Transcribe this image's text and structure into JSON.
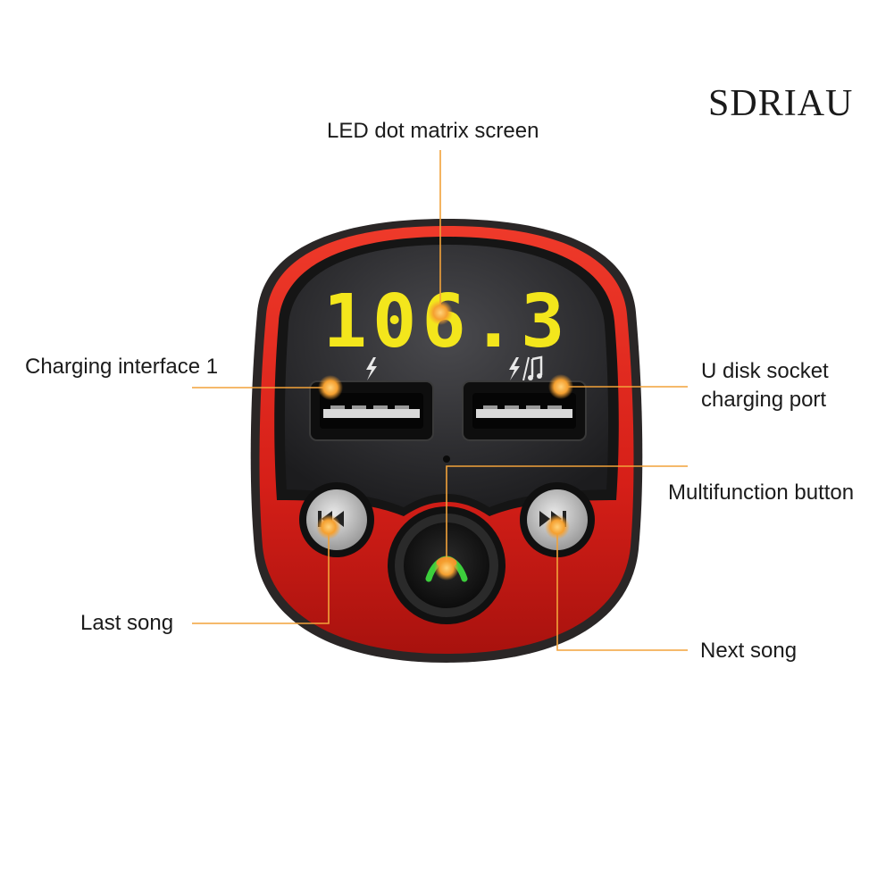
{
  "brand": "SDRIAU",
  "display": {
    "frequency": "106.3"
  },
  "labels": {
    "led_screen": "LED dot matrix screen",
    "charging_interface": "Charging interface 1",
    "u_disk_line1": "U disk socket",
    "u_disk_line2": "charging port",
    "multifunction": "Multifunction button",
    "last_song": "Last song",
    "next_song": "Next song"
  },
  "colors": {
    "body_red": "#d8221c",
    "bezel_black": "#1d1d1d",
    "screen_dark": "#2a2a2c",
    "digit_yellow": "#f3e61c",
    "callout_orange": "#f2a23a",
    "knob_green": "#3ccf3c",
    "knob_orange": "#f08a2a"
  },
  "icons": {
    "left_port_marker": "lightning-icon",
    "right_port_marker": "lightning-music-icon",
    "last_song_button": "previous-track-icon",
    "next_song_button": "next-track-icon"
  }
}
